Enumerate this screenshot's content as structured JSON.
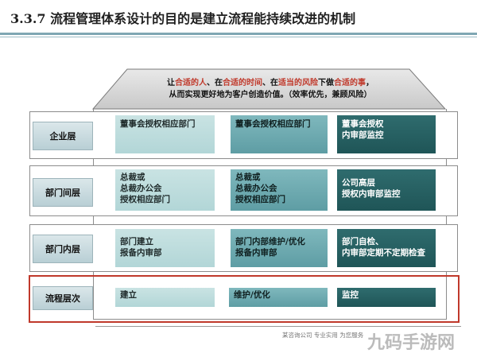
{
  "title": "3.3.7 流程管理体系设计的目的是建立流程能持续改进的机制",
  "roof": {
    "line1_prefix": "让",
    "line1_hl1": "合适的人",
    "line1_sep1": "、在",
    "line1_hl2": "合适的时间",
    "line1_sep2": "、在",
    "line1_hl3": "适当的风险",
    "line1_sep3": "下做",
    "line1_hl4": "合适的事",
    "line1_end": "，",
    "line2": "从而实现更好地为客户创造价值。（效率优先，兼顾风险）"
  },
  "layers": [
    {
      "label": "企业层",
      "cells": [
        "董事会授权相应部门",
        "董事会授权相应部门",
        "董事会授权\n内审部监控"
      ]
    },
    {
      "label": "部门间层",
      "cells": [
        "总裁或\n总裁办公会\n授权相应部门",
        "总裁或\n总裁办公会\n授权相应部门",
        "公司高层\n授权内审部监控"
      ]
    },
    {
      "label": "部门内层",
      "cells": [
        "部门建立\n报备内审部",
        "部门内部维护/优化\n报备内审部",
        "部门自检、\n内审部定期不定期检查"
      ]
    },
    {
      "label": "流程层次",
      "cells": [
        "建立",
        "维护/优化",
        "监控"
      ]
    }
  ],
  "footer": {
    "company_text": "某咨询公司  专业实用  为您服务",
    "watermark": "九码手游网"
  },
  "colors": {
    "light_cell": "#c9e3e3",
    "mid_cell": "#7fb8bd",
    "dark_cell": "#2f6c6e",
    "highlight_red": "#c0392b",
    "rule_blue": "#7fa7b3"
  }
}
